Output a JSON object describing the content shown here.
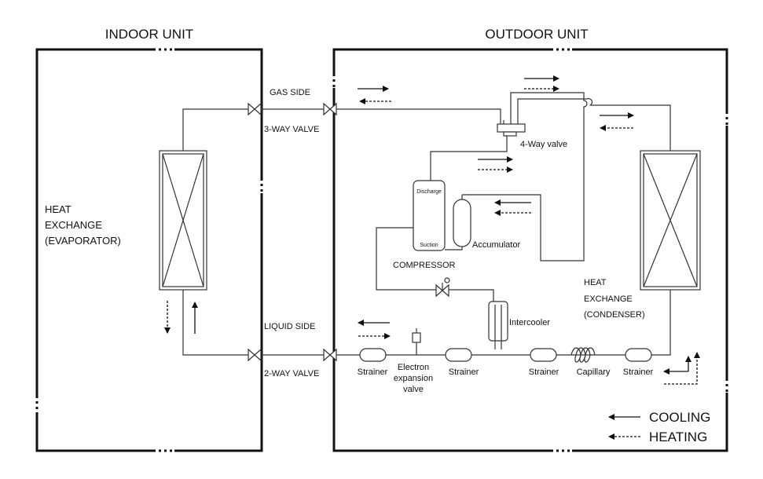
{
  "headers": {
    "indoor": "INDOOR UNIT",
    "outdoor": "OUTDOOR UNIT"
  },
  "indoor": {
    "hx_line1": "HEAT",
    "hx_line2": "EXCHANGE",
    "hx_line3": "(EVAPORATOR)"
  },
  "valves": {
    "gas_side": "GAS SIDE",
    "three_way": "3-WAY VALVE",
    "liquid_side": "LIQUID SIDE",
    "two_way": "2-WAY VALVE"
  },
  "outdoor": {
    "four_way": "4-Way valve",
    "discharge": "Discharge",
    "suction": "Suction",
    "compressor": "COMPRESSOR",
    "accumulator": "Accumulator",
    "intercooler": "Intercooler",
    "hx_line1": "HEAT",
    "hx_line2": "EXCHANGE",
    "hx_line3": "(CONDENSER)",
    "strainer": "Strainer",
    "eev_line1": "Electron",
    "eev_line2": "expansion",
    "eev_line3": "valve",
    "capillary": "Capillary"
  },
  "legend": {
    "cooling": "COOLING",
    "heating": "HEATING"
  }
}
